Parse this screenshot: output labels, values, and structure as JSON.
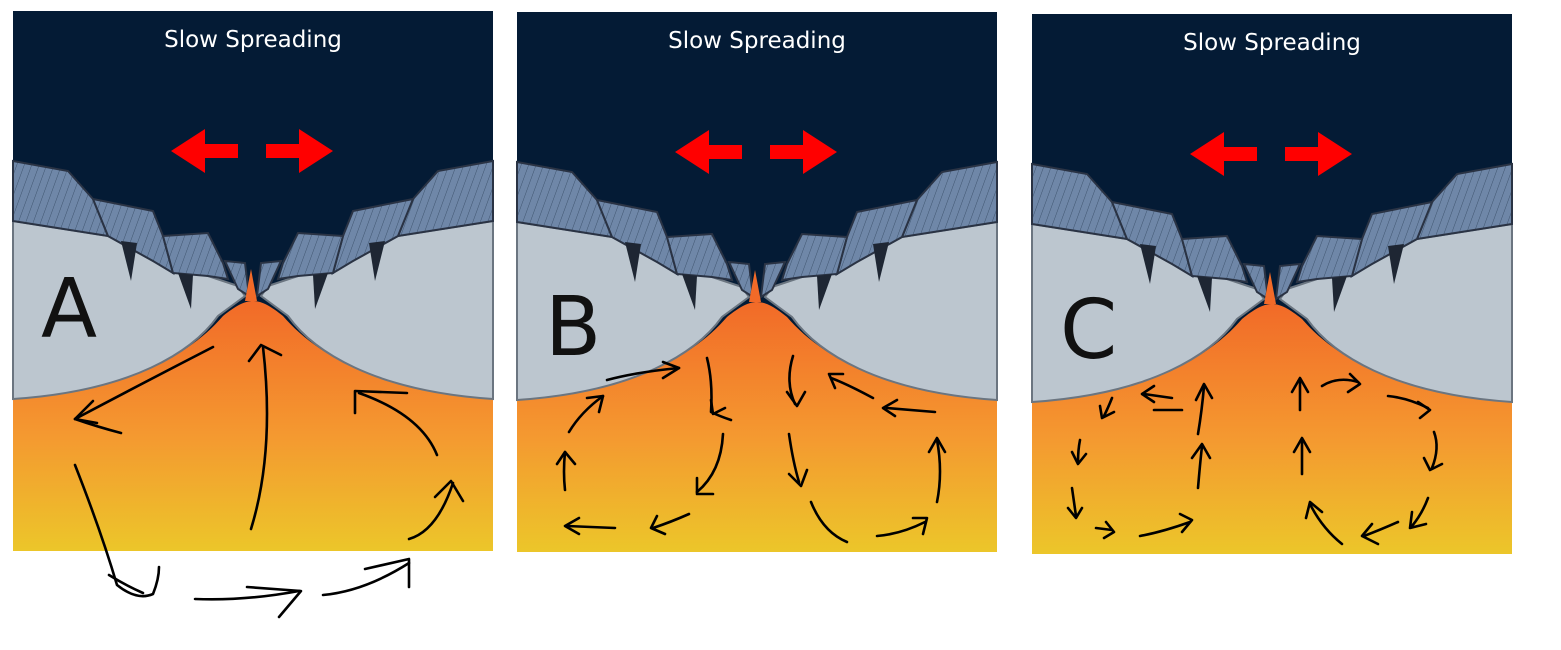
{
  "colors": {
    "ocean": "#041b35",
    "crust_block": "#6f87a8",
    "lithosphere": "#bcc6cf",
    "magma_top": "#f26a28",
    "magma_bottom": "#ecc62a",
    "spreading_arrow": "#ff0000",
    "convection_arrow": "#000000"
  },
  "panels": [
    {
      "id": "A",
      "title": "Slow Spreading",
      "label": "A"
    },
    {
      "id": "B",
      "title": "Slow Spreading",
      "label": "B"
    },
    {
      "id": "C",
      "title": "Slow Spreading",
      "label": "C"
    }
  ]
}
